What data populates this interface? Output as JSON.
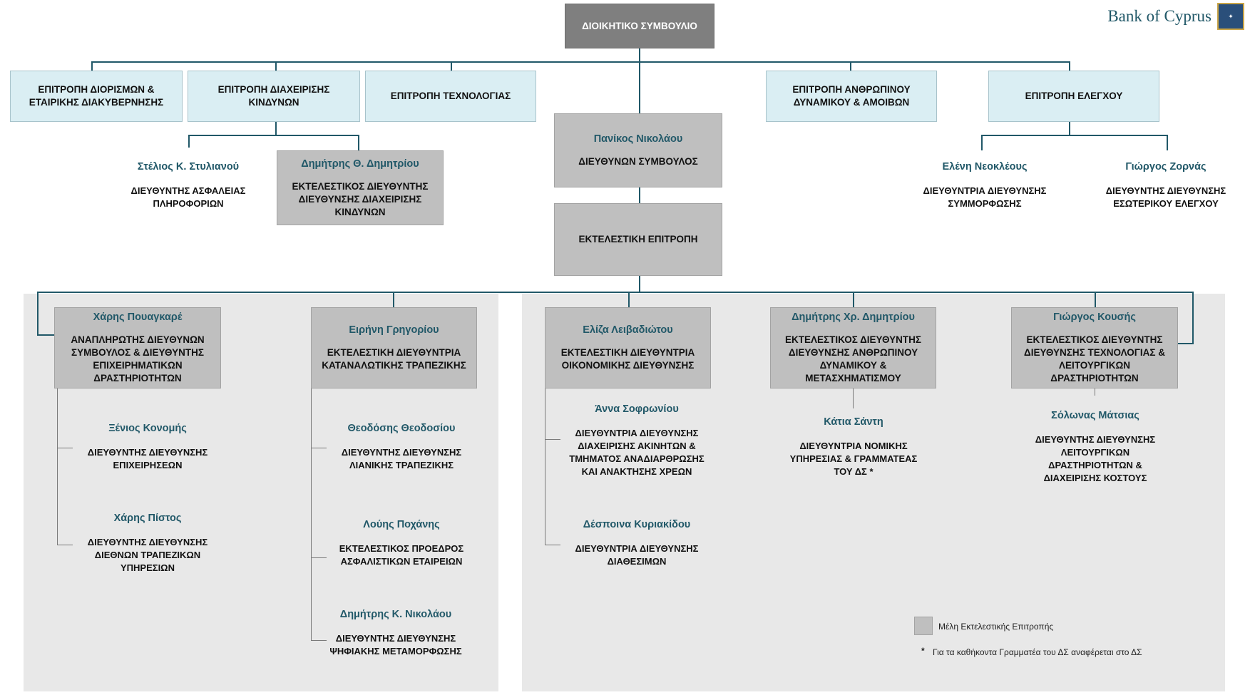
{
  "logo": {
    "text": "Bank of Cyprus",
    "emblem_alt": "bank-emblem"
  },
  "board": {
    "title": "ΔΙΟΙΚΗΤΙΚΟ ΣΥΜΒΟΥΛΙΟ"
  },
  "committees": [
    {
      "title": "ΕΠΙΤΡΟΠΗ ΔΙΟΡΙΣΜΩΝ & ΕΤΑΙΡΙΚΗΣ ΔΙΑΚΥΒΕΡΝΗΣΗΣ"
    },
    {
      "title": "ΕΠΙΤΡΟΠΗ ΔΙΑΧΕΙΡΙΣΗΣ ΚΙΝΔΥΝΩΝ"
    },
    {
      "title": "ΕΠΙΤΡΟΠΗ ΤΕΧΝΟΛΟΓΙΑΣ"
    },
    {
      "title": "ΕΠΙΤΡΟΠΗ ΑΝΘΡΩΠΙΝΟΥ ΔΥΝΑΜΙΚΟΥ & ΑΜΟΙΒΩΝ"
    },
    {
      "title": "ΕΠΙΤΡΟΠΗ ΕΛΕΓΧΟΥ"
    }
  ],
  "ceo": {
    "name": "Πανίκος Νικολάου",
    "title": "ΔΙΕΥΘΥΝΩΝ ΣΥΜΒΟΥΛΟΣ"
  },
  "exco": {
    "title": "ΕΚΤΕΛΕΣΤΙΚΗ ΕΠΙΤΡΟΠΗ"
  },
  "risk_reports": [
    {
      "name": "Στέλιος Κ. Στυλιανού",
      "title": "ΔΙΕΥΘΥΝΤΗΣ ΑΣΦΑΛΕΙΑΣ ΠΛΗΡΟΦΟΡΙΩΝ"
    },
    {
      "name": "Δημήτρης Θ. Δημητρίου",
      "title": "ΕΚΤΕΛΕΣΤΙΚΟΣ ΔΙΕΥΘΥΝΤΗΣ ΔΙΕΥΘΥΝΣΗΣ ΔΙΑΧΕΙΡΙΣΗΣ ΚΙΝΔΥΝΩΝ"
    }
  ],
  "audit_reports": [
    {
      "name": "Ελένη Νεοκλέους",
      "title": "ΔΙΕΥΘΥΝΤΡΙΑ ΔΙΕΥΘΥΝΣΗΣ ΣΥΜΜΟΡΦΩΣΗΣ"
    },
    {
      "name": "Γιώργος Ζορνάς",
      "title": "ΔΙΕΥΘΥΝΤΗΣ ΔΙΕΥΘΥΝΣΗΣ ΕΣΩΤΕΡΙΚΟΥ ΕΛΕΓΧΟΥ"
    }
  ],
  "exco_members": [
    {
      "name": "Χάρης Πουαγκαρέ",
      "title": "ΑΝΑΠΛΗΡΩΤΗΣ ΔΙΕΥΘΥΝΩΝ ΣΥΜΒΟΥΛΟΣ & ΔΙΕΥΘΥΝΤΗΣ ΕΠΙΧΕΙΡΗΜΑΤΙΚΩΝ ΔΡΑΣΤΗΡΙΟΤΗΤΩΝ",
      "reports": [
        {
          "name": "Ξένιος Κονομής",
          "title": "ΔΙΕΥΘΥΝΤΗΣ ΔΙΕΥΘΥΝΣΗΣ ΕΠΙΧΕΙΡΗΣΕΩΝ"
        },
        {
          "name": "Χάρης Πίστος",
          "title": "ΔΙΕΥΘΥΝΤΗΣ ΔΙΕΥΘΥΝΣΗΣ ΔΙΕΘΝΩΝ ΤΡΑΠΕΖΙΚΩΝ ΥΠΗΡΕΣΙΩΝ"
        }
      ]
    },
    {
      "name": "Ειρήνη Γρηγορίου",
      "title": "ΕΚΤΕΛΕΣΤΙΚΗ ΔΙΕΥΘΥΝΤΡΙΑ ΚΑΤΑΝΑΛΩΤΙΚΗΣ ΤΡΑΠΕΖΙΚΗΣ",
      "reports": [
        {
          "name": "Θεοδόσης Θεοδοσίου",
          "title": "ΔΙΕΥΘΥΝΤΗΣ ΔΙΕΥΘΥΝΣΗΣ ΛΙΑΝΙΚΗΣ ΤΡΑΠΕΖΙΚΗΣ"
        },
        {
          "name": "Λούης Ποχάνης",
          "title": "ΕΚΤΕΛΕΣΤΙΚΟΣ ΠΡΟΕΔΡΟΣ ΑΣΦΑΛΙΣΤΙΚΩΝ ΕΤΑΙΡΕΙΩΝ"
        },
        {
          "name": "Δημήτρης Κ. Νικολάου",
          "title": "ΔΙΕΥΘΥΝΤΗΣ ΔΙΕΥΘΥΝΣΗΣ ΨΗΦΙΑΚΗΣ ΜΕΤΑΜΟΡΦΩΣΗΣ"
        }
      ]
    },
    {
      "name": "Ελίζα Λειβαδιώτου",
      "title": "ΕΚΤΕΛΕΣΤΙΚΗ ΔΙΕΥΘΥΝΤΡΙΑ ΟΙΚΟΝΟΜΙΚΗΣ ΔΙΕΥΘΥΝΣΗΣ",
      "reports": [
        {
          "name": "Άννα Σοφρωνίου",
          "title": "ΔΙΕΥΘΥΝΤΡΙΑ ΔΙΕΥΘΥΝΣΗΣ ΔΙΑΧΕΙΡΙΣΗΣ ΑΚΙΝΗΤΩΝ & ΤΜΗΜΑΤΟΣ ΑΝΑΔΙΑΡΘΡΩΣΗΣ ΚΑΙ ΑΝΑΚΤΗΣΗΣ ΧΡΕΩΝ"
        },
        {
          "name": "Δέσποινα Κυριακίδου",
          "title": "ΔΙΕΥΘΥΝΤΡΙΑ ΔΙΕΥΘΥΝΣΗΣ ΔΙΑΘΕΣΙΜΩΝ"
        }
      ]
    },
    {
      "name": "Δημήτρης Χρ. Δημητρίου",
      "title": "ΕΚΤΕΛΕΣΤΙΚΟΣ ΔΙΕΥΘΥΝΤΗΣ ΔΙΕΥΘΥΝΣΗΣ ΑΝΘΡΩΠΙΝΟΥ ΔΥΝΑΜΙΚΟΥ & ΜΕΤΑΣΧΗΜΑΤΙΣΜΟΥ",
      "reports": [
        {
          "name": "Κάτια Σάντη",
          "title": "ΔΙΕΥΘΥΝΤΡΙΑ ΝΟΜΙΚΗΣ ΥΠΗΡΕΣΙΑΣ & ΓΡΑΜΜΑΤΕΑΣ ΤΟΥ ΔΣ *"
        }
      ]
    },
    {
      "name": "Γιώργος Κουσής",
      "title": "ΕΚΤΕΛΕΣΤΙΚΟΣ ΔΙΕΥΘΥΝΤΗΣ ΔΙΕΥΘΥΝΣΗΣ ΤΕΧΝΟΛΟΓΙΑΣ & ΛΕΙΤΟΥΡΓΙΚΩΝ ΔΡΑΣΤΗΡΙΟΤΗΤΩΝ",
      "reports": [
        {
          "name": "Σόλωνας Μάτσιας",
          "title": "ΔΙΕΥΘΥΝΤΗΣ ΔΙΕΥΘΥΝΣΗΣ ΛΕΙΤΟΥΡΓΙΚΩΝ ΔΡΑΣΤΗΡΙΟΤΗΤΩΝ & ΔΙΑΧΕΙΡΙΣΗΣ ΚΟΣΤΟΥΣ"
        }
      ]
    }
  ],
  "legend": {
    "swatch_color": "#bfbfbf",
    "label": "Μέλη Εκτελεστικής Επιτροπής",
    "footnote_marker": "*",
    "footnote": "Για τα καθήκοντα Γραμματέα του ΔΣ αναφέρεται στο ΔΣ"
  }
}
